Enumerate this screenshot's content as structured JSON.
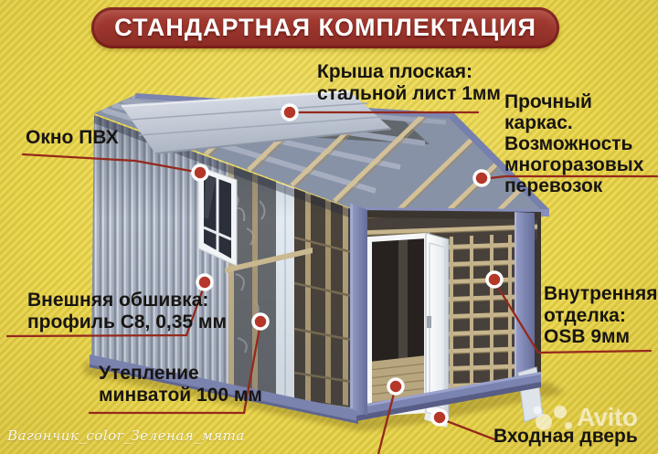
{
  "banner": {
    "title": "СТАНДАРТНАЯ КОМПЛЕКТАЦИЯ"
  },
  "callouts": {
    "roof": {
      "text": "Крыша плоская:\nстальной лист 1мм"
    },
    "frame": {
      "text": "Прочный каркас.\nВозможность\nмногоразовых\nперевозок"
    },
    "window": {
      "text": "Окно ПВХ"
    },
    "cladding": {
      "text": "Внешняя обшивка:\nпрофиль С8, 0,35 мм"
    },
    "insulation": {
      "text": "Утепление\nминватой 100 мм"
    },
    "interior": {
      "text": "Внутренняя\nотделка:\nOSB 9мм"
    },
    "door": {
      "text": "Входная дверь"
    }
  },
  "watermark": {
    "text": "Вагончик_color_Зеленая_мята"
  },
  "brand": {
    "name": "Avito"
  },
  "colors": {
    "background_yellow": "#e8d54f",
    "banner_red": "#9c362d",
    "callout_line_red": "#94291c",
    "dot_red": "#b5372a",
    "frame_blue": "#7d85b2",
    "siding_grey": "#aeb6c4",
    "wood_tan": "#d4c197"
  }
}
